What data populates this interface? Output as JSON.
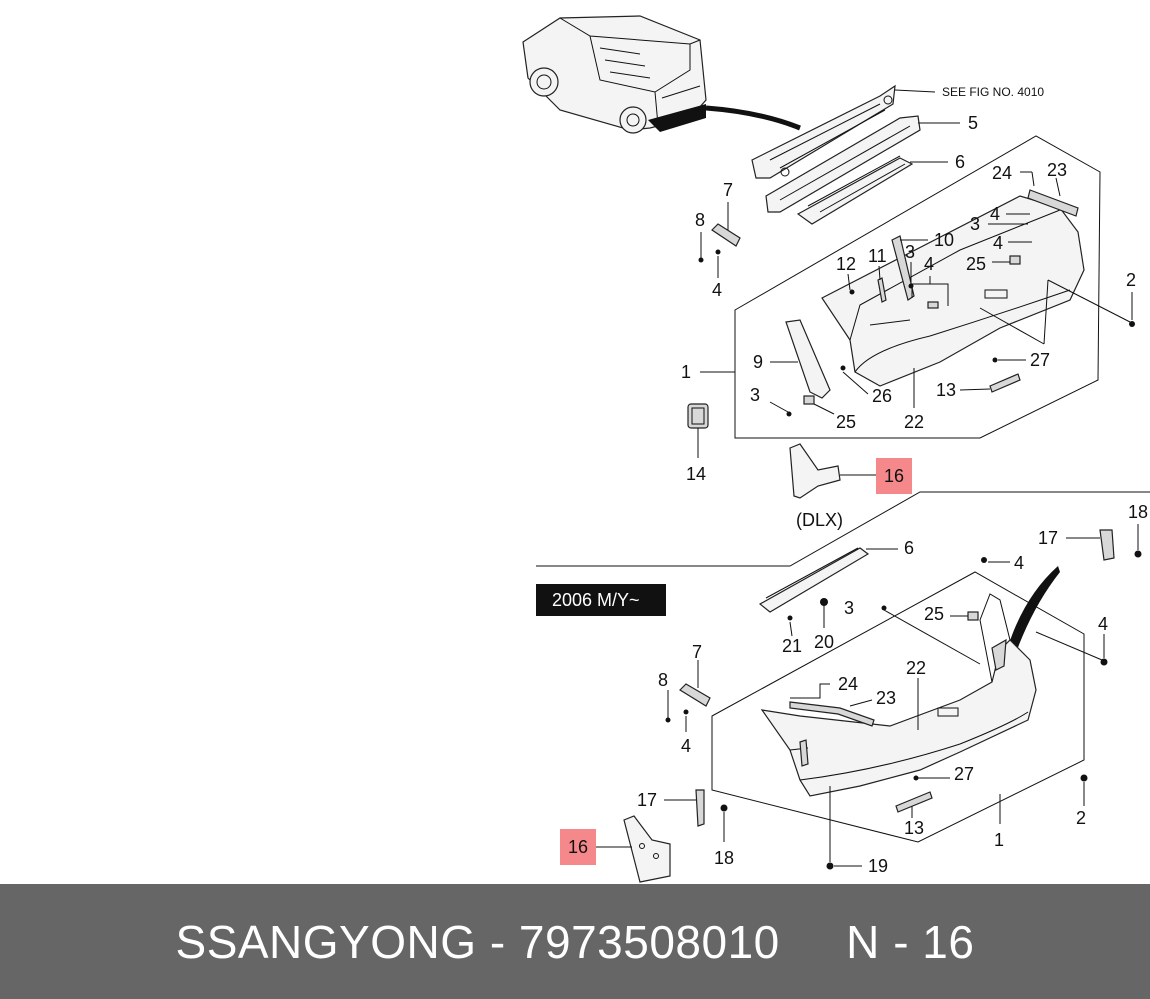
{
  "footer": {
    "brand": "SSANGYONG",
    "separator": "-",
    "part_number": "7973508010",
    "ref_prefix": "N",
    "ref_separator": "-",
    "ref_number": "16"
  },
  "diagram": {
    "see_fig_note": "SEE FIG NO. 4010",
    "variant_label": "(DLX)",
    "model_year_badge": "2006 M/Y~",
    "highlight_color": "#f4888a",
    "badge_color": "#111111",
    "upper_callouts": [
      "5",
      "6",
      "7",
      "8",
      "4",
      "24",
      "23",
      "3",
      "4",
      "4",
      "10",
      "3",
      "11",
      "12",
      "4",
      "25",
      "2",
      "9",
      "1",
      "27",
      "3",
      "26",
      "13",
      "25",
      "22",
      "14",
      "16"
    ],
    "lower_callouts": [
      "18",
      "17",
      "6",
      "4",
      "25",
      "3",
      "20",
      "21",
      "4",
      "22",
      "7",
      "24",
      "8",
      "23",
      "4",
      "27",
      "17",
      "2",
      "13",
      "18",
      "1",
      "16",
      "19"
    ]
  }
}
